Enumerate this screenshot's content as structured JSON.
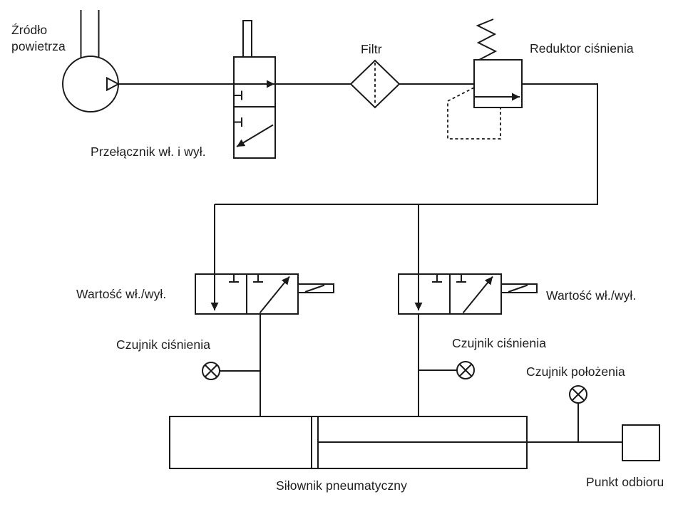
{
  "diagram_title": "Pneumatic circuit diagram",
  "colors": {
    "line": "#1a1a1a",
    "background": "#ffffff",
    "text": "#1d1d1d"
  },
  "labels": {
    "air_source": "Źródło\npowietrza",
    "on_off_switch": "Przełącznik wł. i wył.",
    "filter": "Filtr",
    "pressure_reducer": "Reduktor ciśnienia",
    "valve_left": "Wartość wł./wył.",
    "valve_right": "Wartość wł./wył.",
    "pressure_sensor_left": "Czujnik ciśnienia",
    "pressure_sensor_right": "Czujnik ciśnienia",
    "position_sensor": "Czujnik położenia",
    "cylinder": "Siłownik pneumatyczny",
    "pickup_point": "Punkt odbioru"
  },
  "components": [
    {
      "id": "air-source",
      "symbol": "compressor-circle-with-triangle",
      "label": "Źródło powietrza"
    },
    {
      "id": "on-off-switch",
      "symbol": "2-position-valve-with-plunger",
      "label": "Przełącznik wł. i wył."
    },
    {
      "id": "filter",
      "symbol": "diamond-with-dashed-vertical",
      "label": "Filtr"
    },
    {
      "id": "pressure-reducer",
      "symbol": "box-with-arrow-spring-and-dashed-pilot",
      "label": "Reduktor ciśnienia"
    },
    {
      "id": "valve-left",
      "symbol": "2-position-valve-with-solenoid",
      "label": "Wartość wł./wył."
    },
    {
      "id": "valve-right",
      "symbol": "2-position-valve-with-solenoid",
      "label": "Wartość wł./wył."
    },
    {
      "id": "pressure-sensor-left",
      "symbol": "circle-with-x",
      "label": "Czujnik ciśnienia"
    },
    {
      "id": "pressure-sensor-right",
      "symbol": "circle-with-x",
      "label": "Czujnik ciśnienia"
    },
    {
      "id": "position-sensor",
      "symbol": "circle-with-x",
      "label": "Czujnik położenia"
    },
    {
      "id": "cylinder",
      "symbol": "double-acting-cylinder-with-piston-and-rod",
      "label": "Siłownik pneumatyczny"
    },
    {
      "id": "pickup-point",
      "symbol": "square",
      "label": "Punkt odbioru"
    }
  ],
  "connections": [
    {
      "from": "air-source",
      "to": "on-off-switch",
      "type": "solid"
    },
    {
      "from": "on-off-switch",
      "to": "filter",
      "type": "solid"
    },
    {
      "from": "filter",
      "to": "pressure-reducer",
      "type": "solid"
    },
    {
      "from": "pressure-reducer",
      "to": "manifold",
      "type": "solid"
    },
    {
      "from": "manifold",
      "to": "valve-left",
      "type": "solid"
    },
    {
      "from": "manifold",
      "to": "valve-right",
      "type": "solid"
    },
    {
      "from": "valve-left",
      "to": "cylinder-left-port",
      "type": "solid"
    },
    {
      "from": "valve-right",
      "to": "cylinder-right-port",
      "type": "solid"
    },
    {
      "from": "pressure-sensor-left",
      "to": "valve-left-outlet-line",
      "type": "solid"
    },
    {
      "from": "pressure-sensor-right",
      "to": "valve-right-outlet-line",
      "type": "solid"
    },
    {
      "from": "position-sensor",
      "to": "piston-rod",
      "type": "solid"
    },
    {
      "from": "piston-rod",
      "to": "pickup-point",
      "type": "solid"
    },
    {
      "from": "pressure-reducer",
      "to": "pressure-reducer-pilot",
      "type": "dashed"
    }
  ]
}
